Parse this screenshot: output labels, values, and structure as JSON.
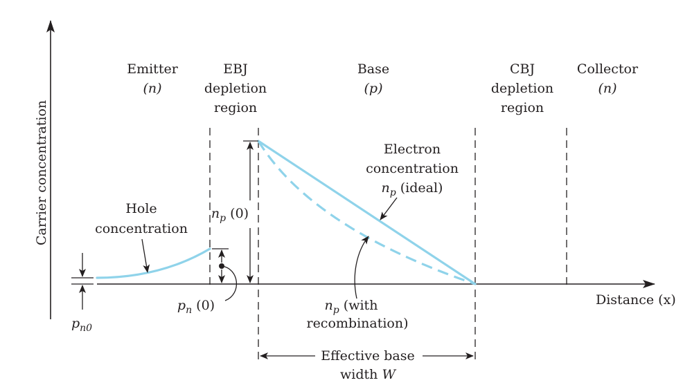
{
  "axes": {
    "y_label": "Carrier concentration",
    "x_label": "Distance (x)"
  },
  "regions": {
    "emitter": {
      "line1": "Emitter",
      "line2": "(n)"
    },
    "ebj": {
      "line1": "EBJ",
      "line2": "depletion",
      "line3": "region"
    },
    "base": {
      "line1": "Base",
      "line2": "(p)"
    },
    "cbj": {
      "line1": "CBJ",
      "line2": "depletion",
      "line3": "region"
    },
    "collector": {
      "line1": "Collector",
      "line2": "(n)"
    }
  },
  "labels": {
    "hole": {
      "line1": "Hole",
      "line2": "concentration"
    },
    "electron": {
      "line1": "Electron",
      "line2": "concentration",
      "line3_n": "n",
      "line3_sub": "p",
      "line3_rest": " (ideal)"
    },
    "np0": {
      "n": "n",
      "sub": "p",
      "rest": " (0)"
    },
    "pn0_value": {
      "n": "p",
      "sub": "n",
      "rest": " (0)"
    },
    "pn0_equilibrium": {
      "p": "p",
      "sub": "n0"
    },
    "recomb": {
      "n": "n",
      "sub": "p",
      "rest": " (with",
      "line2": "recombination)"
    },
    "width": {
      "line1": "Effective base",
      "line2_text": "width ",
      "line2_var": "W"
    }
  },
  "colors": {
    "curve": "#8fd3ea",
    "ink": "#231f20"
  }
}
